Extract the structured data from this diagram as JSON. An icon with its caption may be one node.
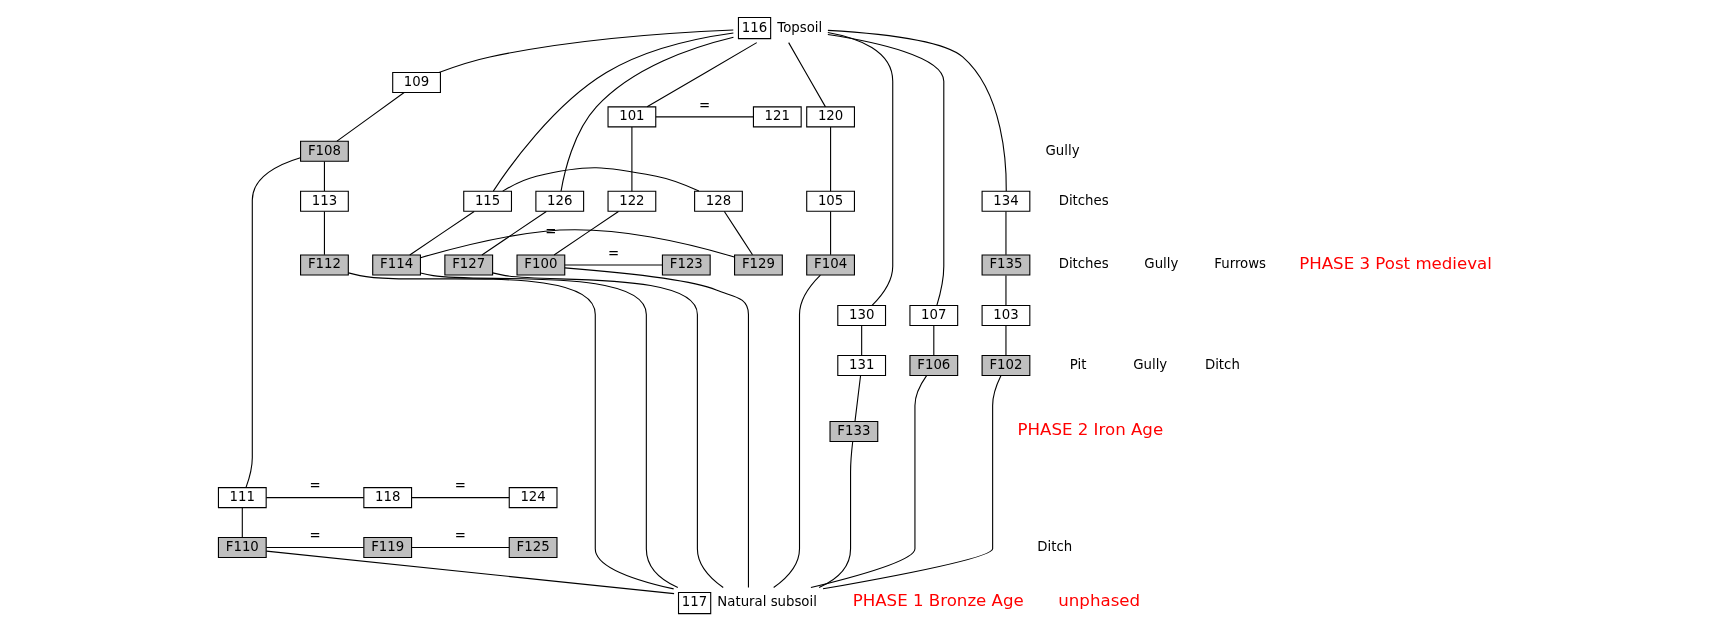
{
  "diagram": {
    "nodes": [
      {
        "text": [
          "116"
        ],
        "beside": [
          "Topsoil"
        ]
      },
      {
        "text": [
          "109"
        ]
      },
      {
        "text": [
          "F108"
        ]
      },
      {
        "text": [
          "101"
        ]
      },
      {
        "text": [
          "121"
        ]
      },
      {
        "text": [
          "120"
        ]
      },
      {
        "text": [
          "113"
        ]
      },
      {
        "text": [
          "115"
        ]
      },
      {
        "text": [
          "128"
        ]
      },
      {
        "text": [
          "126"
        ]
      },
      {
        "text": [
          "122"
        ]
      },
      {
        "text": [
          "105"
        ]
      },
      {
        "text": [
          "134"
        ]
      },
      {
        "text": [
          "F112"
        ]
      },
      {
        "text": [
          "F114"
        ]
      },
      {
        "text": [
          "F129"
        ]
      },
      {
        "text": [
          "F127"
        ]
      },
      {
        "text": [
          "F100"
        ]
      },
      {
        "text": [
          "F123"
        ]
      },
      {
        "text": [
          "F104"
        ]
      },
      {
        "text": [
          "F135"
        ]
      },
      {
        "text": [
          "130"
        ]
      },
      {
        "text": [
          "107"
        ]
      },
      {
        "text": [
          "103"
        ]
      },
      {
        "text": [
          "131"
        ]
      },
      {
        "text": [
          "F106"
        ]
      },
      {
        "text": [
          "F102"
        ]
      },
      {
        "text": [
          "F133"
        ]
      },
      {
        "text": [
          "111"
        ]
      },
      {
        "text": [
          "118"
        ]
      },
      {
        "text": [
          "124"
        ]
      },
      {
        "text": [
          "F110"
        ]
      },
      {
        "text": [
          "F119"
        ]
      },
      {
        "text": [
          "F125"
        ]
      },
      {
        "text": [
          "117"
        ],
        "beside": [
          "Natural subsoil"
        ]
      }
    ],
    "edges": [
      {
        "from": 0,
        "to": 1,
        "arrow": "none"
      },
      {
        "from": 0,
        "to": 7,
        "arrow": "none"
      },
      {
        "from": 0,
        "to": 9,
        "arrow": "none"
      },
      {
        "from": 0,
        "to": 3,
        "arrow": "none"
      },
      {
        "from": 0,
        "to": 5,
        "arrow": "none"
      },
      {
        "from": 0,
        "to": 21,
        "arrow": "none"
      },
      {
        "from": 0,
        "to": 22,
        "arrow": "none"
      },
      {
        "from": 0,
        "to": 12,
        "arrow": "none"
      },
      {
        "from": 1,
        "to": 2,
        "arrow": "none"
      },
      {
        "from": 2,
        "to": 28,
        "arrow": "none"
      },
      {
        "from": 2,
        "to": 6,
        "arrow": "none"
      },
      {
        "from": 3,
        "to": 4,
        "arrow": "none",
        "label": "="
      },
      {
        "from": 3,
        "to": 10,
        "arrow": "none"
      },
      {
        "from": 5,
        "to": 11,
        "arrow": "none"
      },
      {
        "from": 7,
        "to": 8,
        "arrow": "none"
      },
      {
        "from": 6,
        "to": 13,
        "arrow": "none"
      },
      {
        "from": 7,
        "to": 14,
        "arrow": "none"
      },
      {
        "from": 8,
        "to": 15,
        "arrow": "none"
      },
      {
        "from": 14,
        "to": 15,
        "arrow": "none",
        "label": "="
      },
      {
        "from": 9,
        "to": 16,
        "arrow": "none"
      },
      {
        "from": 10,
        "to": 17,
        "arrow": "none"
      },
      {
        "from": 17,
        "to": 18,
        "arrow": "none",
        "label": "="
      },
      {
        "from": 11,
        "to": 19,
        "arrow": "none"
      },
      {
        "from": 12,
        "to": 20,
        "arrow": "none"
      },
      {
        "from": 20,
        "to": 23,
        "arrow": "none"
      },
      {
        "from": 21,
        "to": 24,
        "arrow": "none"
      },
      {
        "from": 24,
        "to": 27,
        "arrow": "none"
      },
      {
        "from": 22,
        "to": 25,
        "arrow": "none"
      },
      {
        "from": 23,
        "to": 26,
        "arrow": "none"
      },
      {
        "from": 28,
        "to": 29,
        "arrow": "none",
        "label": "="
      },
      {
        "from": 29,
        "to": 30,
        "arrow": "none",
        "label": "="
      },
      {
        "from": 28,
        "to": 31,
        "arrow": "none"
      },
      {
        "from": 31,
        "to": 32,
        "arrow": "none",
        "label": "="
      },
      {
        "from": 32,
        "to": 33,
        "arrow": "none",
        "label": "="
      },
      {
        "from": 31,
        "to": 34,
        "arrow": "none"
      },
      {
        "from": 13,
        "to": 34,
        "arrow": "none"
      },
      {
        "from": 14,
        "to": 34,
        "arrow": "none"
      },
      {
        "from": 16,
        "to": 34,
        "arrow": "none"
      },
      {
        "from": 17,
        "to": 34,
        "arrow": "none"
      },
      {
        "from": 19,
        "to": 34,
        "arrow": "none"
      },
      {
        "from": 27,
        "to": 34,
        "arrow": "none"
      },
      {
        "from": 25,
        "to": 34,
        "arrow": "none"
      },
      {
        "from": 26,
        "to": 34,
        "arrow": "none"
      }
    ],
    "labels": [
      "Gully",
      "Ditches",
      "Gully",
      "Ditches",
      "Furrows",
      "PHASE 3 Post medieval",
      "Pit",
      "Gully",
      "Ditch",
      "PHASE 2 Iron Age",
      "Ditch",
      "PHASE 1 Bronze Age",
      "unphased"
    ]
  }
}
